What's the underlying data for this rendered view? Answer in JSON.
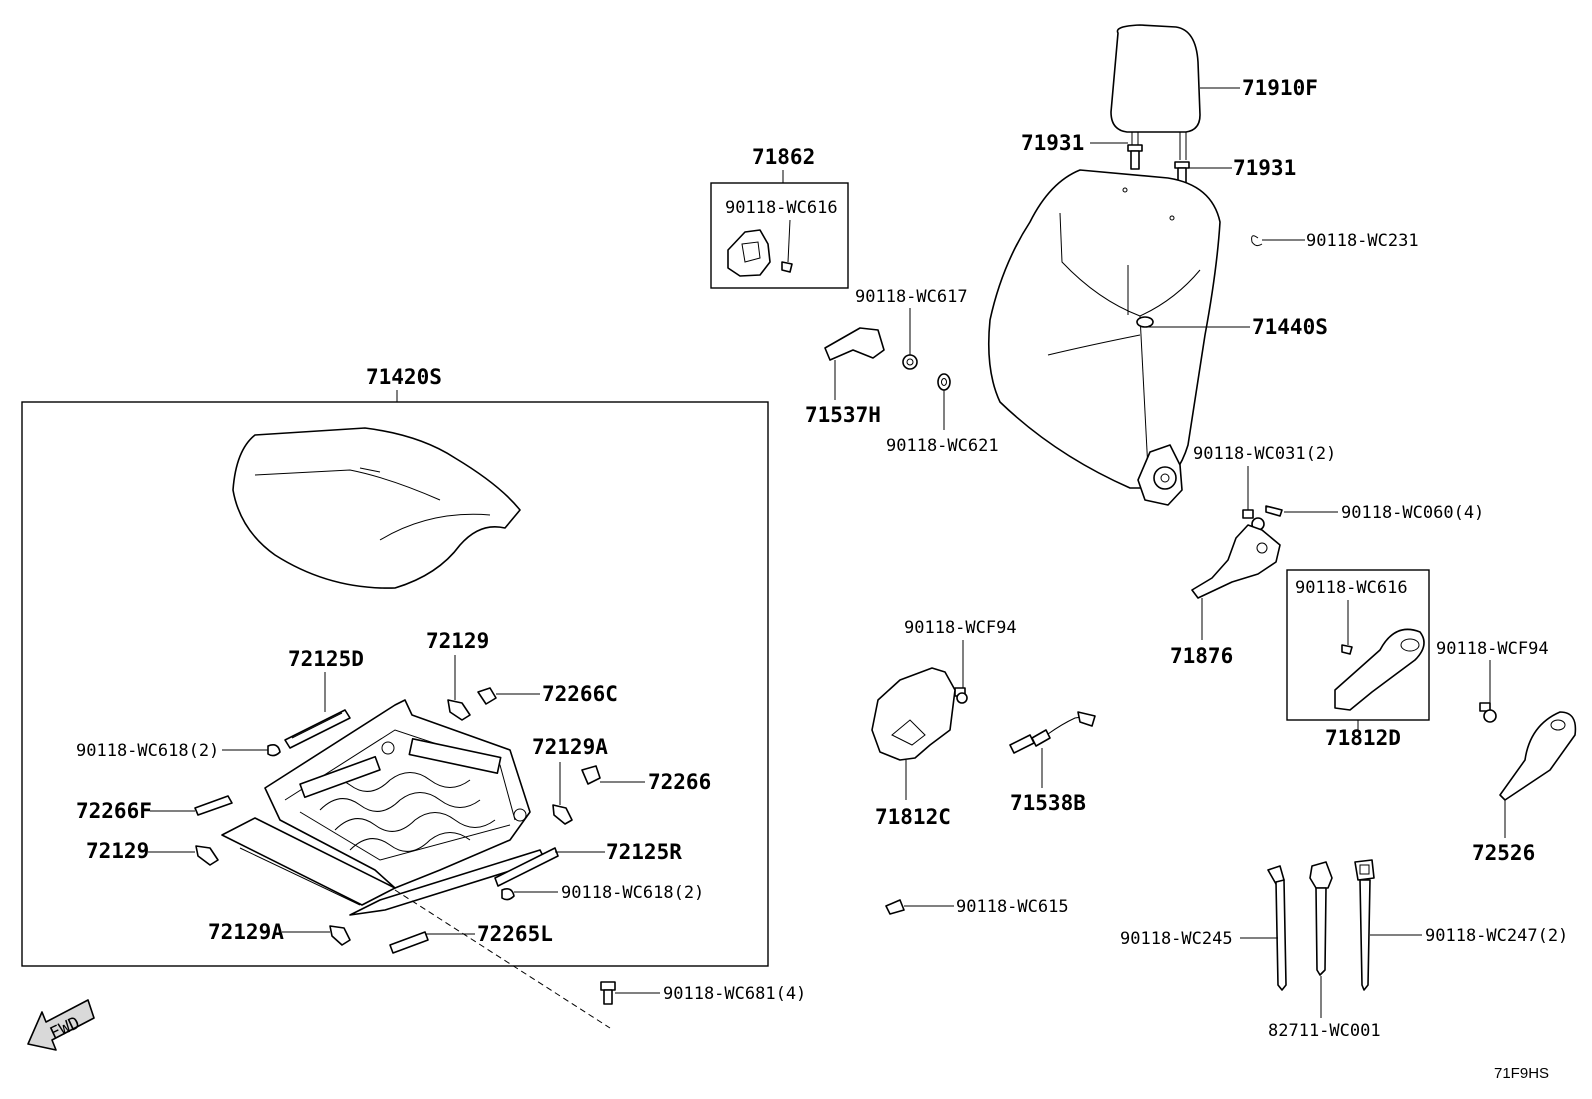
{
  "diagram": {
    "code": "71F9HS",
    "fwd": "FWD",
    "labels": {
      "p71910F": "71910F",
      "p71931a": "71931",
      "p71931b": "71931",
      "p90118WC231": "90118-WC231",
      "p71440S": "71440S",
      "p71862": "71862",
      "p90118WC616a": "90118-WC616",
      "p90118WC617": "90118-WC617",
      "p71537H": "71537H",
      "p90118WC621": "90118-WC621",
      "p71420S": "71420S",
      "p90118WC031": "90118-WC031(2)",
      "p90118WC060": "90118-WC060(4)",
      "p71876": "71876",
      "p90118WC616b": "90118-WC616",
      "p71812D": "71812D",
      "p90118WCF94a": "90118-WCF94",
      "p90118WCF94b": "90118-WCF94",
      "p72526": "72526",
      "p71812C": "71812C",
      "p71538B": "71538B",
      "p90118WC615": "90118-WC615",
      "p90118WC245": "90118-WC245",
      "p90118WC247": "90118-WC247(2)",
      "p82711WC001": "82711-WC001",
      "p72125D": "72125D",
      "p72129a": "72129",
      "p72266C": "72266C",
      "p90118WC618a": "90118-WC618(2)",
      "p72129A_a": "72129A",
      "p72266": "72266",
      "p72266F": "72266F",
      "p72129b": "72129",
      "p72125R": "72125R",
      "p90118WC618b": "90118-WC618(2)",
      "p72129A_b": "72129A",
      "p72265L": "72265L",
      "p90118WC681": "90118-WC681(4)"
    }
  }
}
